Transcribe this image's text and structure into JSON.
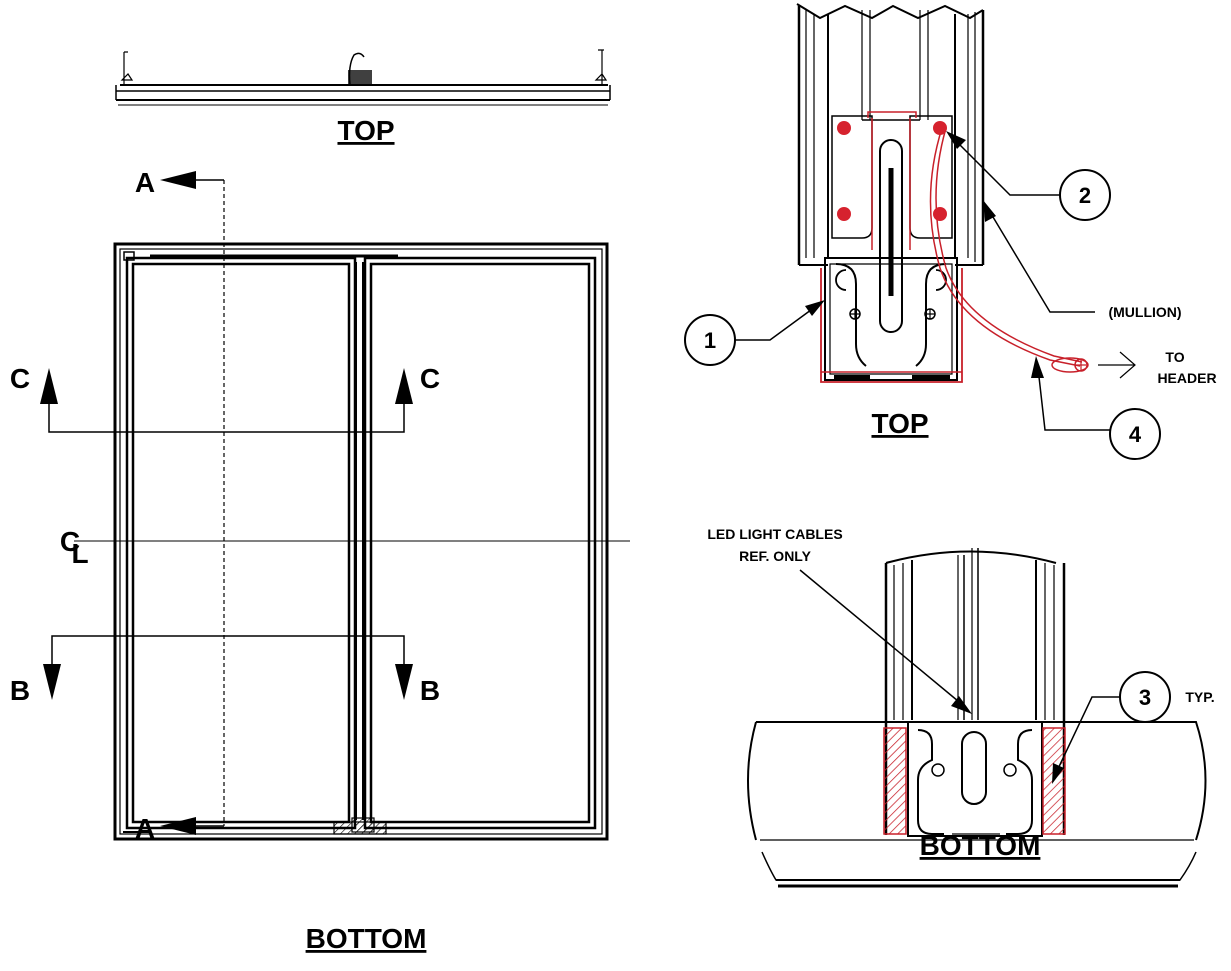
{
  "views": {
    "left_top_title": "TOP",
    "left_bottom_title": "BOTTOM",
    "right_top_title": "TOP",
    "right_bottom_title": "BOTTOM"
  },
  "sections": {
    "a_top": "A",
    "a_bottom": "A",
    "c_left": "C",
    "c_right": "C",
    "b_left": "B",
    "b_right": "B",
    "centerline_c": "C",
    "centerline_l": "L"
  },
  "callouts": {
    "b1": "1",
    "b2": "2",
    "b3": "3",
    "b4": "4",
    "typ": "TYP.",
    "mullion": "(MULLION)",
    "to": "TO",
    "header": "HEADER",
    "led_line1": "LED LIGHT CABLES",
    "led_line2": "REF. ONLY"
  },
  "colors": {
    "line": "#000000",
    "highlight_red": "#c8202a",
    "background": "#ffffff"
  }
}
